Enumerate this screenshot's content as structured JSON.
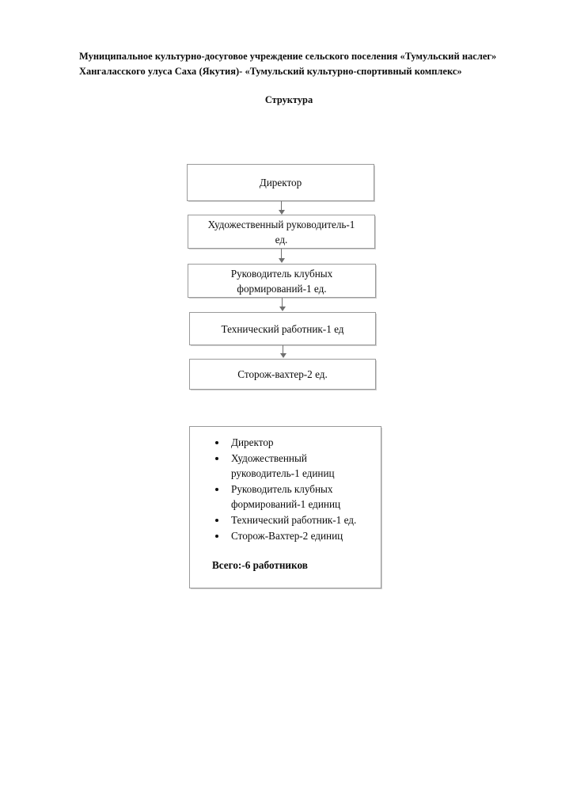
{
  "document": {
    "title_lines": [
      "Муниципальное культурно-досуговое учреждение сельского поселения «Тумульский наслег»",
      "Хангаласского улуса Саха (Якутия)- «Тумульский культурно-спортивный комплекс»"
    ],
    "subtitle": "Структура"
  },
  "org_chart": {
    "boxes": [
      {
        "label": "Директор",
        "lines": [
          "Директор"
        ]
      },
      {
        "label": "Художественный руководитель",
        "lines": [
          "Художественный руководитель-1",
          "ед."
        ]
      },
      {
        "label": "Руководитель клубных формирований",
        "lines": [
          "Руководитель клубных",
          "формирований-1 ед."
        ]
      },
      {
        "label": "Технический работник",
        "lines": [
          "Технический работник-1 ед"
        ]
      },
      {
        "label": "Сторож-вахтер",
        "lines": [
          "Сторож-вахтер-2 ед."
        ]
      }
    ],
    "connector_icon": "down-arrow-icon"
  },
  "staff_list": {
    "items": [
      {
        "lines": [
          "Директор"
        ]
      },
      {
        "lines": [
          "Художественный",
          "руководитель-1 единиц"
        ]
      },
      {
        "lines": [
          "Руководитель клубных",
          "формирований-1 единиц"
        ]
      },
      {
        "lines": [
          "Технический работник-1 ед."
        ]
      },
      {
        "lines": [
          "Сторож-Вахтер-2 единиц"
        ]
      }
    ],
    "total": "Всего:-6 работников"
  },
  "style": {
    "border_color": "#9a9a9a",
    "text_color": "#0b0b0b",
    "page_background": "#ffffff"
  }
}
